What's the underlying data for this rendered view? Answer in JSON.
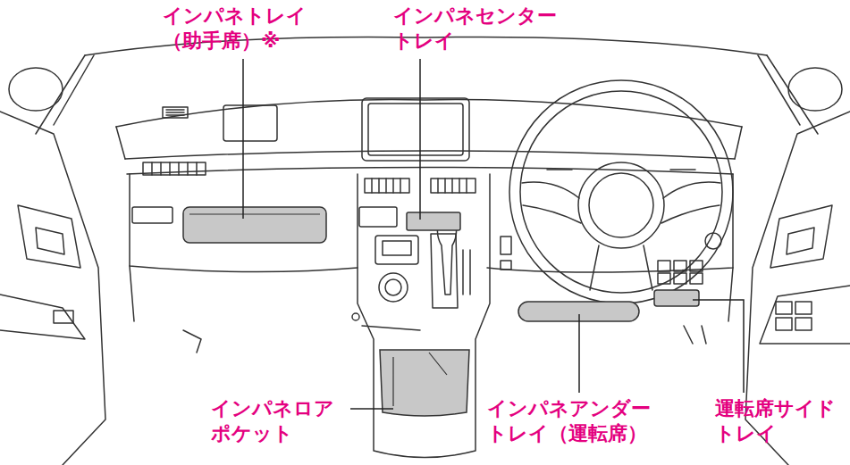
{
  "diagram": {
    "labels": [
      "インパネトレイ （助手席）※",
      "インパネセンター トレイ",
      "インパネロア ポケット",
      "インパネアンダー トレイ（運転席）",
      "運転席サイド トレイ"
    ]
  }
}
